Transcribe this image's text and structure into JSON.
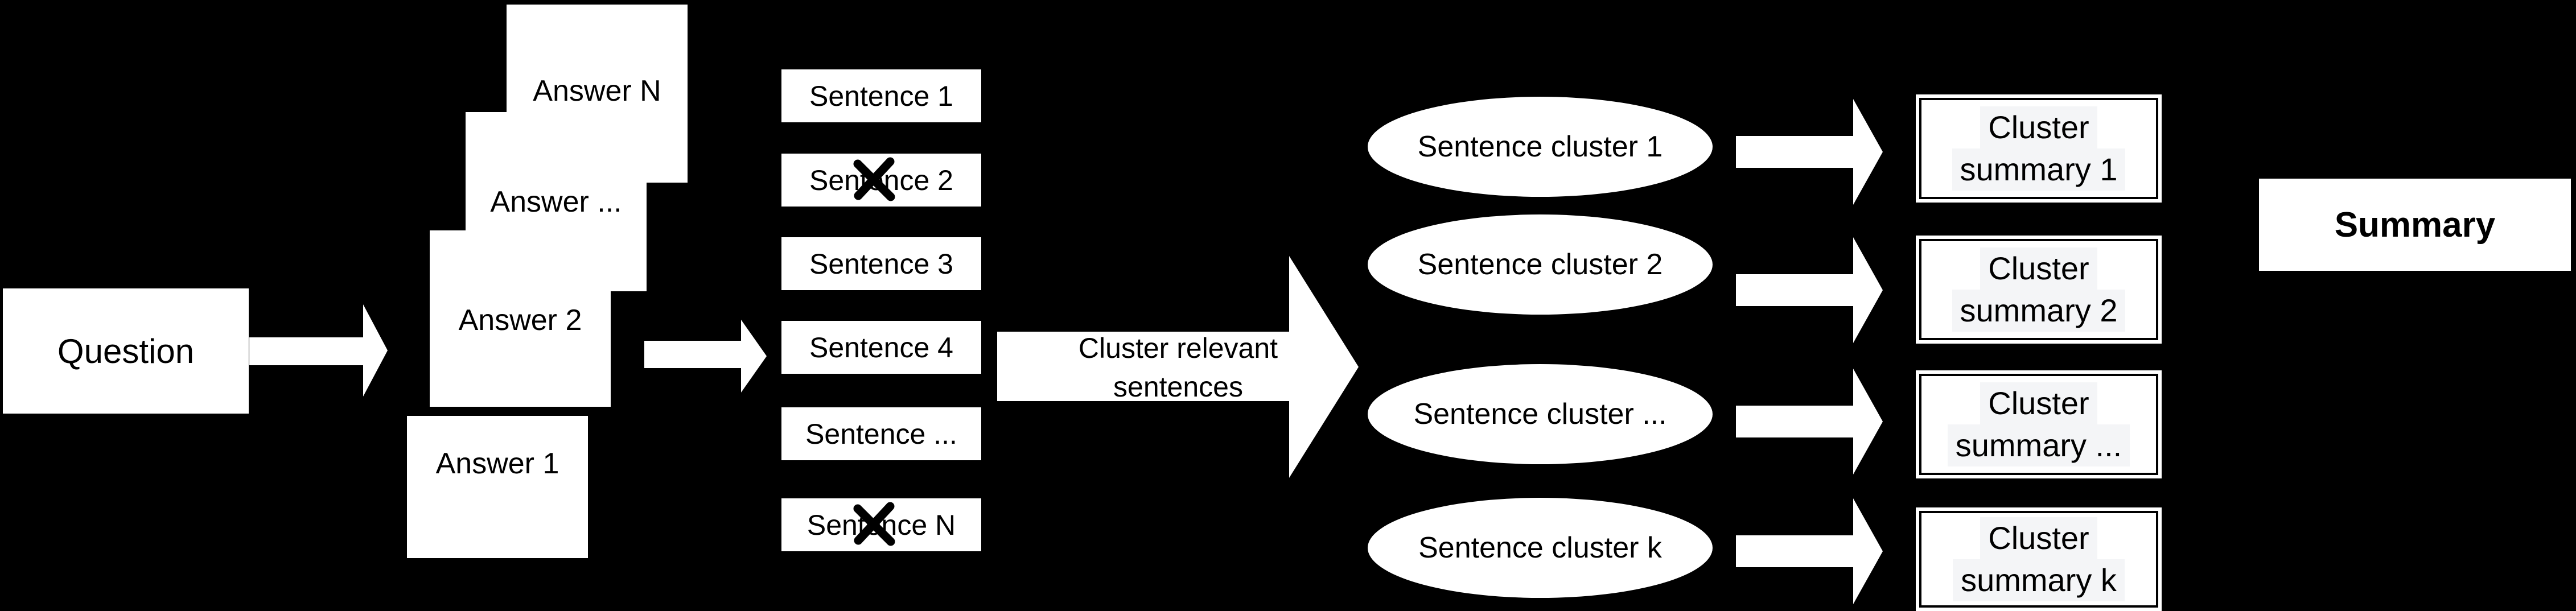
{
  "colors": {
    "background": "#000000",
    "shape_fill": "#ffffff",
    "text": "#000000",
    "line_highlight": "#f4f5f7"
  },
  "question": {
    "label": "Question"
  },
  "answers": {
    "front_to_back": [
      "Answer 1",
      "Answer 2",
      "Answer ...",
      "Answer N"
    ]
  },
  "sentences": {
    "items": [
      {
        "label": "Sentence 1",
        "crossed_out": false
      },
      {
        "label": "Sentence 2",
        "crossed_out": true
      },
      {
        "label": "Sentence 3",
        "crossed_out": false
      },
      {
        "label": "Sentence 4",
        "crossed_out": false
      },
      {
        "label": "Sentence ...",
        "crossed_out": false
      },
      {
        "label": "Sentence N",
        "crossed_out": true
      }
    ]
  },
  "cluster_step": {
    "line1": "Cluster relevant",
    "line2": "sentences"
  },
  "clusters": {
    "items": [
      "Sentence cluster 1",
      "Sentence cluster 2",
      "Sentence cluster ...",
      "Sentence cluster k"
    ]
  },
  "summaries": {
    "items": [
      {
        "line1": "Cluster",
        "line2": "summary 1"
      },
      {
        "line1": "Cluster",
        "line2": "summary 2"
      },
      {
        "line1": "Cluster",
        "line2": "summary ..."
      },
      {
        "line1": "Cluster",
        "line2": "summary k"
      }
    ]
  },
  "final": {
    "label": "Summary"
  }
}
